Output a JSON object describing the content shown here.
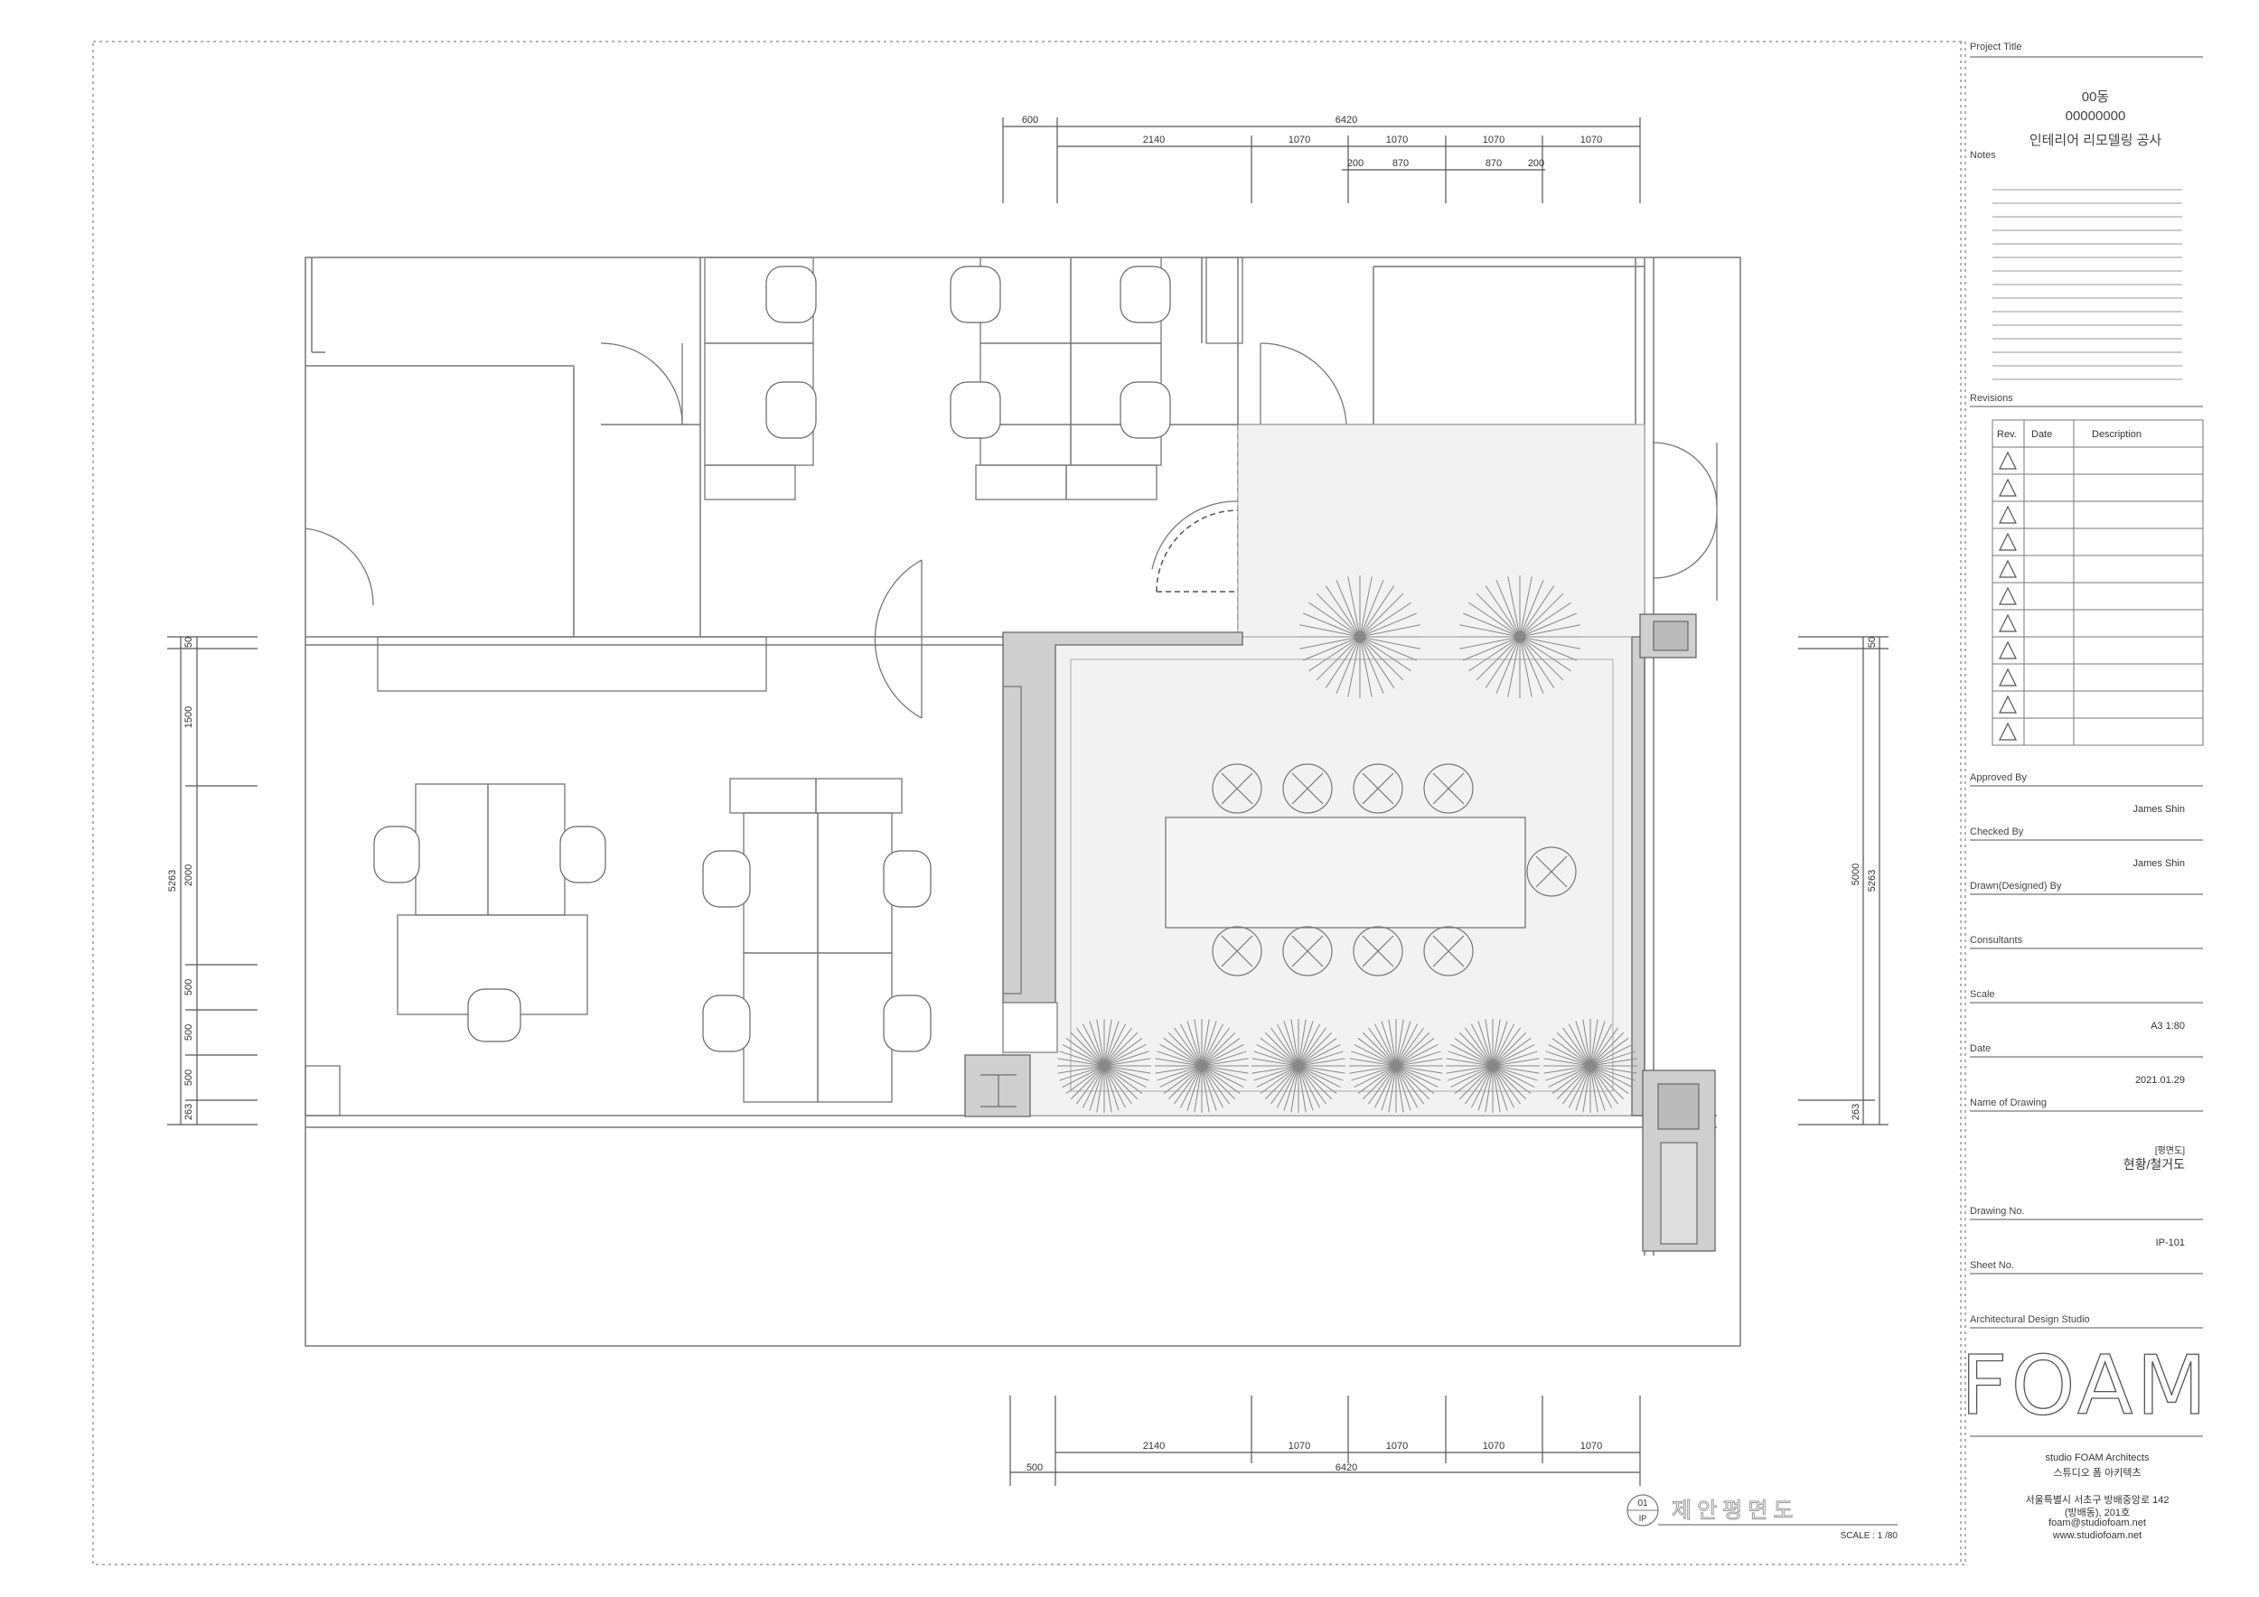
{
  "title_block": {
    "project_title_label": "Project Title",
    "project_lines": [
      "00동",
      "00000000",
      "인테리어 리모델링 공사"
    ],
    "notes_label": "Notes",
    "revisions_label": "Revisions",
    "revision_headers": [
      "Rev.",
      "Date",
      "Description"
    ],
    "approved_by_label": "Approved By",
    "approved_by": "James Shin",
    "checked_by_label": "Checked By",
    "checked_by": "James Shin",
    "drawn_by_label": "Drawn(Designed) By",
    "consultants_label": "Consultants",
    "scale_label": "Scale",
    "scale_value": "A3 1:80",
    "date_label": "Date",
    "date_value": "2021.01.29",
    "name_of_drawing_label": "Name of Drawing",
    "drawing_name_1": "[평면도]",
    "drawing_name_2": "현황/철거도",
    "drawing_no_label": "Drawing No.",
    "drawing_no": "IP-101",
    "sheet_no_label": "Sheet No.",
    "studio_label": "Architectural Design Studio",
    "logo_text": "FOAM",
    "firm_name": "studio FOAM Architects",
    "firm_name_kr": "스튜디오 폼 아키텍츠",
    "address_1": "서울특별시 서초구 방배중앙로 142",
    "address_2": "(방배동), 201호",
    "email": "foam@studiofoam.net",
    "website": "www.studiofoam.net"
  },
  "dimensions": {
    "top_overall": [
      "600",
      "6420"
    ],
    "top_segments": [
      "2140",
      "1070",
      "1070",
      "1070",
      "1070"
    ],
    "top_sub": [
      "200",
      "870",
      "870",
      "200"
    ],
    "bottom_segments": [
      "2140",
      "1070",
      "1070",
      "1070",
      "1070"
    ],
    "bottom_overall": [
      "500",
      "6420"
    ],
    "left_segments": [
      "50",
      "1500",
      "2000",
      "500",
      "500",
      "500",
      "263"
    ],
    "left_overall": "5263",
    "right_segments": [
      "50",
      "5000",
      "263"
    ],
    "right_overall": "5263"
  },
  "drawing_tag": {
    "number": "01",
    "code": "IP",
    "title": "제안평면도",
    "scale": "SCALE : 1 /80"
  }
}
